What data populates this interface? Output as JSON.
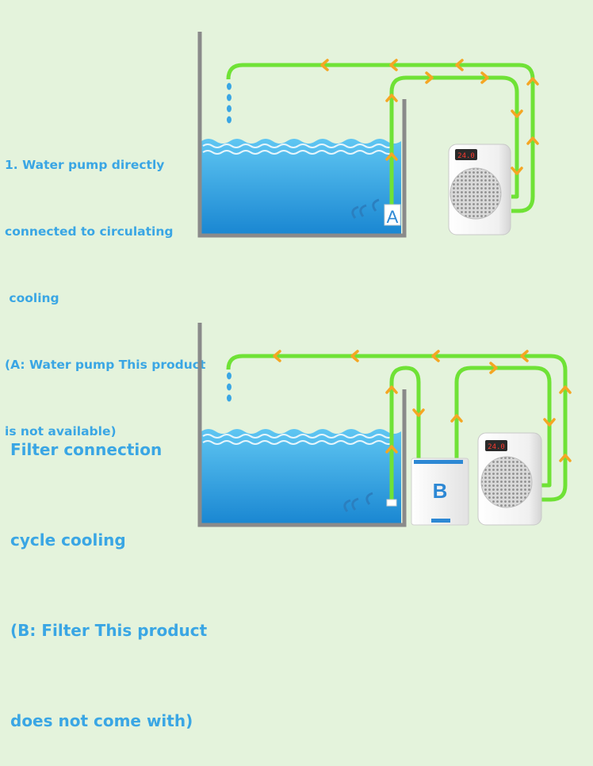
{
  "diagram1": {
    "caption_lines": [
      "1. Water pump directly",
      "connected to circulating",
      " cooling",
      "(A: Water pump This product",
      "is not available)"
    ],
    "pump_label": "A"
  },
  "diagram2": {
    "caption_lines": [
      "Filter connection",
      "cycle cooling",
      "(B: Filter This product",
      "does not come with)"
    ],
    "filter_label": "B"
  },
  "chiller_display": "24.0",
  "colors": {
    "background": "#e4f3dc",
    "caption_text": "#3aa6e4",
    "hose": "#6fe236",
    "arrow": "#f5a623",
    "tank_wall": "#8a8a8a",
    "water_top": "#5fc6f2",
    "water_bottom": "#1a87d2",
    "drip": "#3aa6e4"
  },
  "icons": [
    "water-drop-icon",
    "flow-arrow-icon",
    "water-swirl-icon",
    "fan-grille-icon"
  ]
}
